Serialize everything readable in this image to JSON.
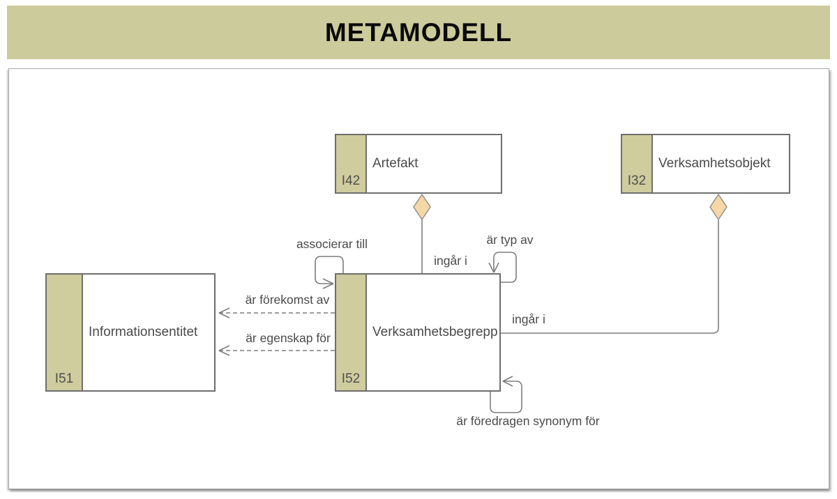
{
  "title": "METAMODELL",
  "colors": {
    "header_bg": "#cccb9b",
    "strip_bg": "#cfcc9e",
    "box_border": "#6e6e6e",
    "line": "#7d7d7d",
    "diamond_fill": "#f6d7a6",
    "text": "#4a4a4a",
    "title_color": "#0a0a0a",
    "panel_border": "#aaaaaa"
  },
  "entities": [
    {
      "id": "I42",
      "name": "Artefakt"
    },
    {
      "id": "I32",
      "name": "Verksamhetsobjekt"
    },
    {
      "id": "I51",
      "name": "Informationsentitet"
    },
    {
      "id": "I52",
      "name": "Verksamhetsbegrepp"
    }
  ],
  "relationships": {
    "associerar_till": "associerar till",
    "ar_typ_av": "är typ av",
    "ingar_i_artefakt": "ingår i",
    "ingar_i_verksamhetsobjekt": "ingår i",
    "ar_forekomst_av": "är förekomst av",
    "ar_egenskap_for": "är egenskap för",
    "ar_foredragen_synonym_for": "är föredragen synonym för"
  }
}
